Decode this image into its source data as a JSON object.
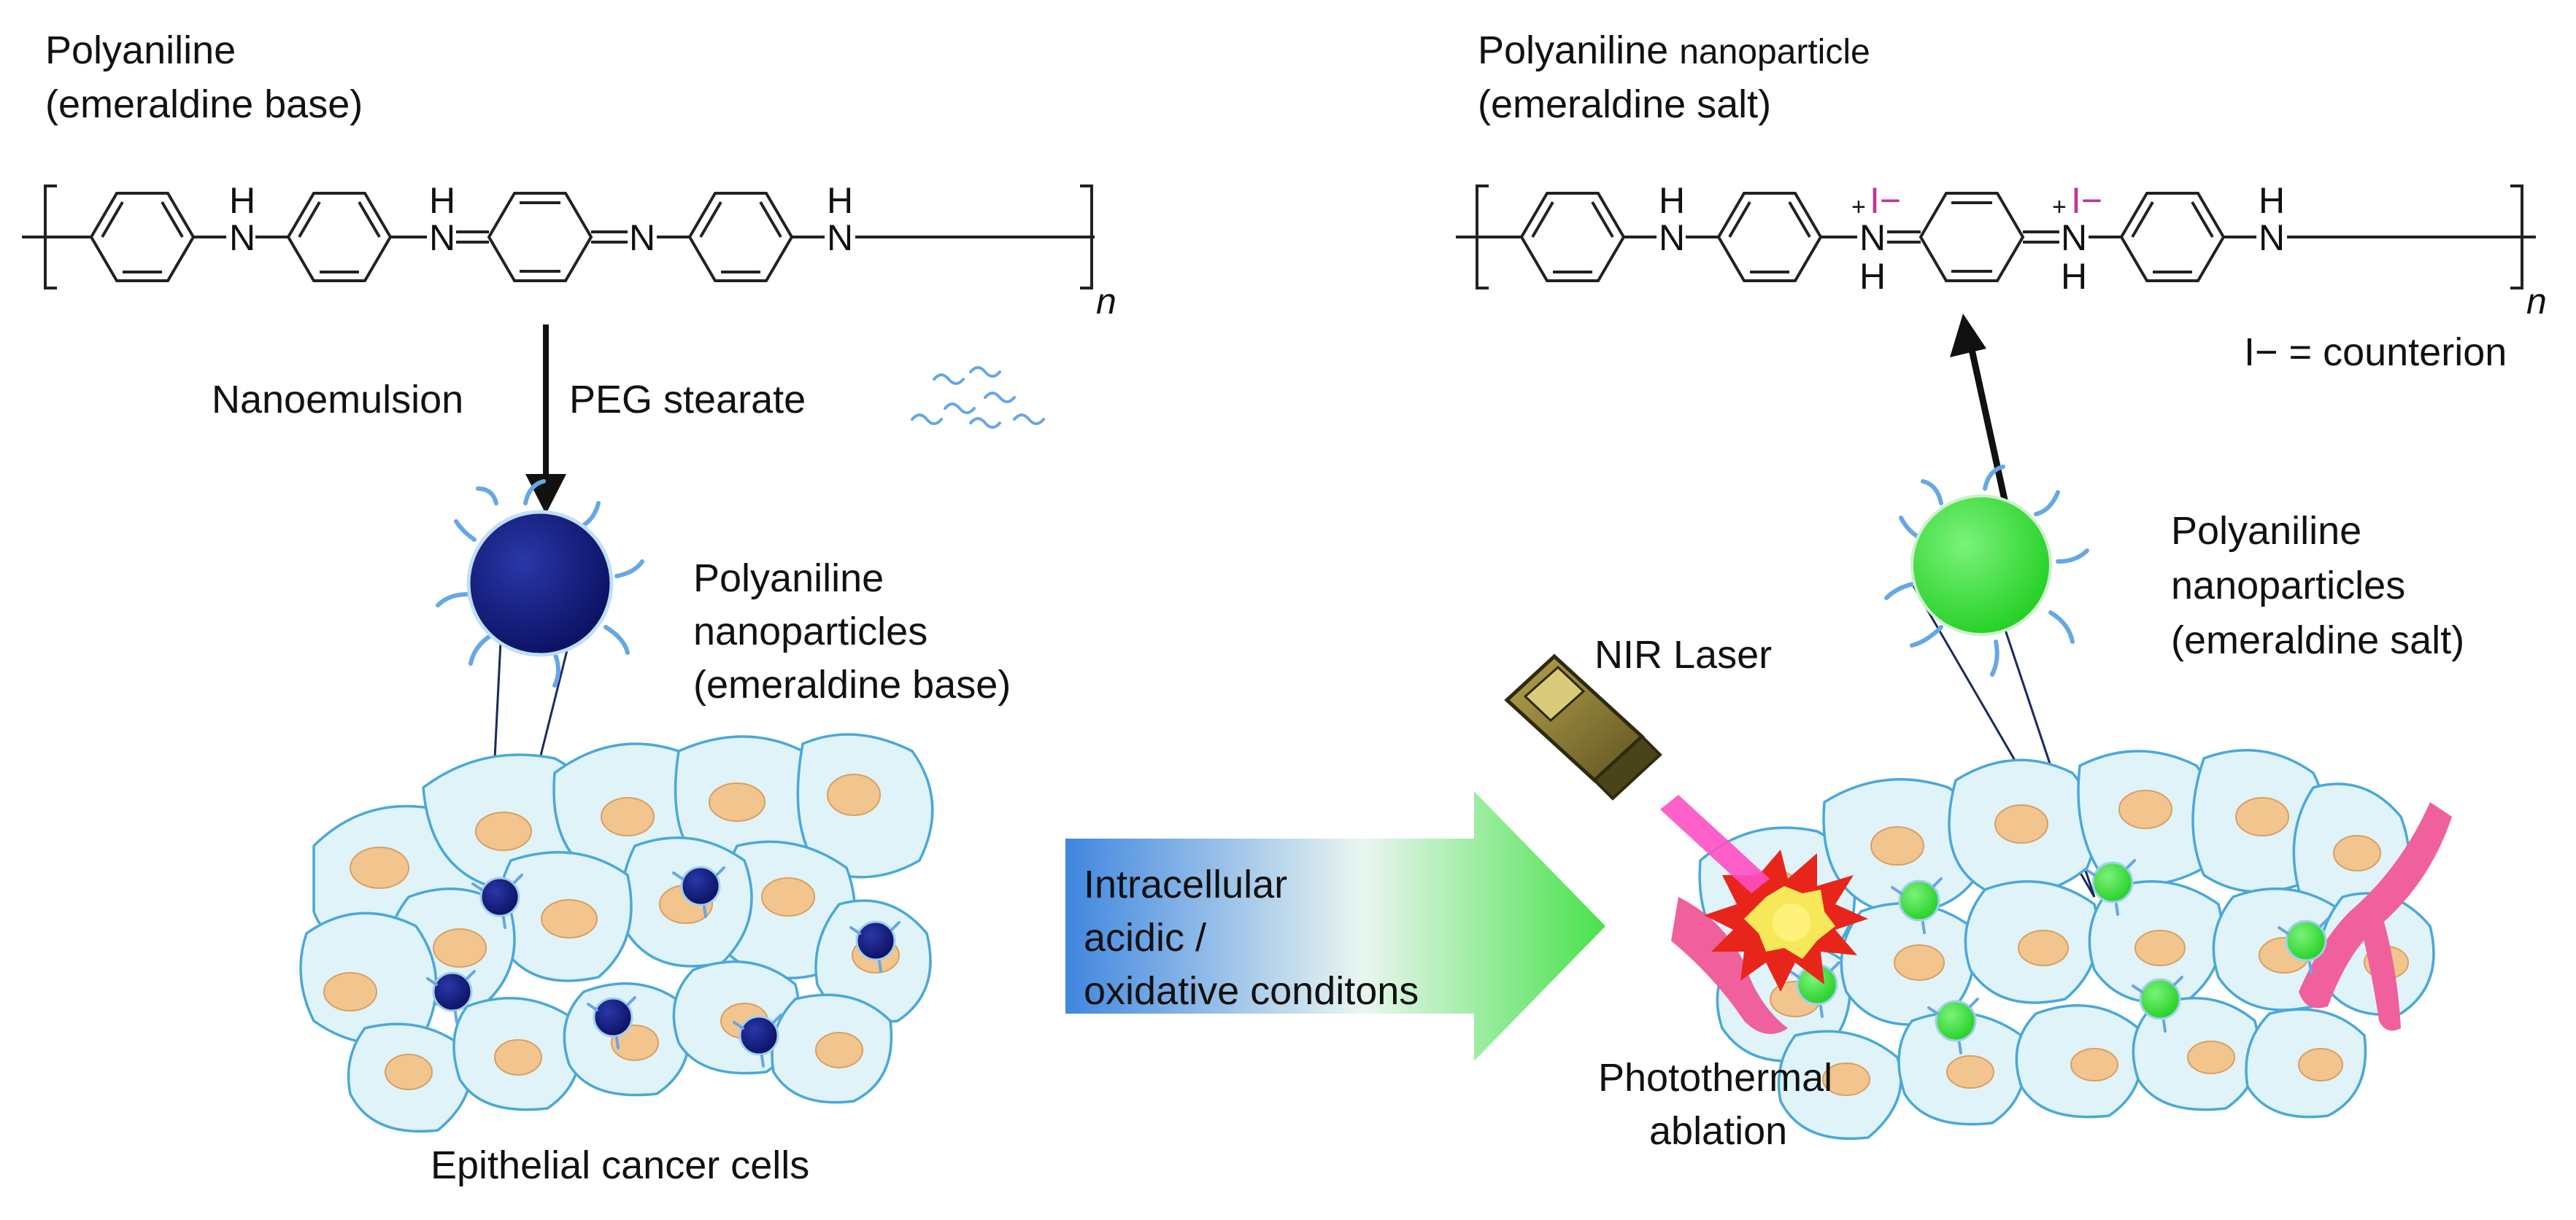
{
  "labels": {
    "pani_left_title_1": "Polyaniline",
    "pani_left_title_2": "(emeraldine base)",
    "pani_right_title_1": "Polyaniline",
    "pani_right_title_1b": "nanoparticle",
    "pani_right_title_2": "(emeraldine salt)",
    "nanoemulsion": "Nanoemulsion",
    "peg_stearate": "PEG stearate",
    "np_base_1": "Polyaniline",
    "np_base_2": "nanoparticles",
    "np_base_3": "(emeraldine base)",
    "np_salt_1": "Polyaniline",
    "np_salt_2": "nanoparticles",
    "np_salt_3": "(emeraldine salt)",
    "nir_laser": "NIR Laser",
    "arrow_text_1": "Intracellular",
    "arrow_text_2": "acidic /",
    "arrow_text_3": "oxidative conditons",
    "epithelial": "Epithelial cancer cells",
    "photothermal_1": "Photothermal",
    "photothermal_2": "ablation",
    "counterion": "I− = counterion"
  },
  "chem": {
    "H": "H",
    "N": "N",
    "plus": "+",
    "iodide": "I−",
    "n_sub": "n"
  },
  "colors": {
    "np_base": "#0f1a78",
    "np_salt": "#33e033",
    "peg": "#66a7e6",
    "cell_fill": "#dff3f9",
    "cell_stroke": "#4aa8d8",
    "nucleus": "#f2c58e",
    "laser_beam": "#ff4fc3",
    "blood_vessel": "#f0609c",
    "counterion": "#c0359b",
    "arrow_start": "#3f86df",
    "arrow_end": "#48e24a"
  }
}
